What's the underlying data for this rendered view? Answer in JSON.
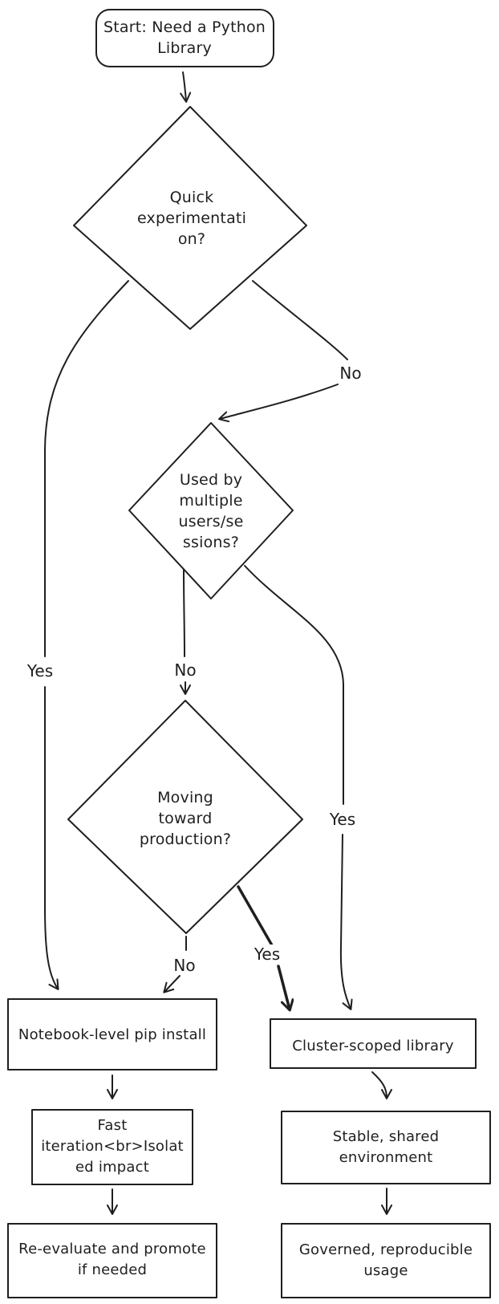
{
  "meta": {
    "kind": "flowchart",
    "colors": {
      "stroke": "#1f1f1f",
      "background": "#ffffff"
    }
  },
  "nodes": {
    "start": {
      "shape": "rounded-rect",
      "lines": [
        "Start: Need a Python",
        "Library"
      ]
    },
    "d1": {
      "shape": "diamond",
      "lines": [
        "Quick",
        "experimentati",
        "on?"
      ]
    },
    "d2": {
      "shape": "diamond",
      "lines": [
        "Used by",
        "multiple",
        "users/se",
        "ssions?"
      ]
    },
    "d3": {
      "shape": "diamond",
      "lines": [
        "Moving",
        "toward",
        "production?"
      ]
    },
    "notebook": {
      "shape": "rect",
      "lines": [
        "Notebook-level pip install"
      ]
    },
    "cluster": {
      "shape": "rect",
      "lines": [
        "Cluster-scoped library"
      ]
    },
    "fast": {
      "shape": "rect",
      "lines": [
        "Fast",
        "iteration<br>Isolat",
        "ed impact"
      ]
    },
    "stable": {
      "shape": "rect",
      "lines": [
        "Stable, shared",
        "environment"
      ]
    },
    "reevaluate": {
      "shape": "rect",
      "lines": [
        "Re-evaluate and promote",
        "if needed"
      ]
    },
    "governed": {
      "shape": "rect",
      "lines": [
        "Governed, reproducible",
        "usage"
      ]
    }
  },
  "edge_labels": {
    "d1_no": "No",
    "d1_yes": "Yes",
    "d2_no": "No",
    "d2_yes": "Yes",
    "d3_no": "No",
    "d3_yes": "Yes"
  }
}
